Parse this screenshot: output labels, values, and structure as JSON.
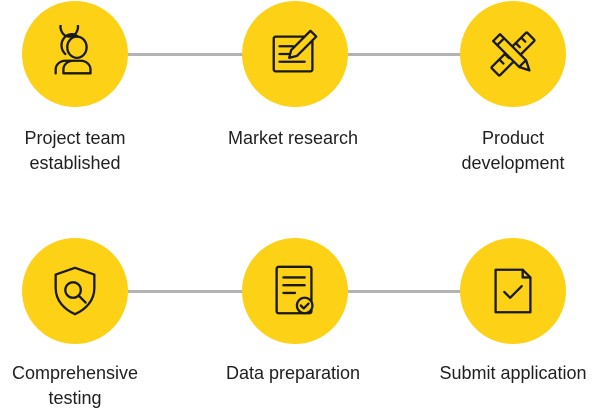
{
  "colors": {
    "circle": "#fcd116",
    "connector": "#b3b3b3",
    "icon_stroke": "#1a1a1a",
    "text": "#1f1f1f"
  },
  "steps": [
    {
      "label": "Project team\nestablished",
      "icon": "team-icon"
    },
    {
      "label": "Market research",
      "icon": "edit-document-icon"
    },
    {
      "label": "Product\ndevelopment",
      "icon": "ruler-pencil-icon"
    },
    {
      "label": "Comprehensive\ntesting",
      "icon": "shield-search-icon"
    },
    {
      "label": "Data preparation",
      "icon": "document-check-icon"
    },
    {
      "label": "Submit application",
      "icon": "file-check-icon"
    }
  ]
}
